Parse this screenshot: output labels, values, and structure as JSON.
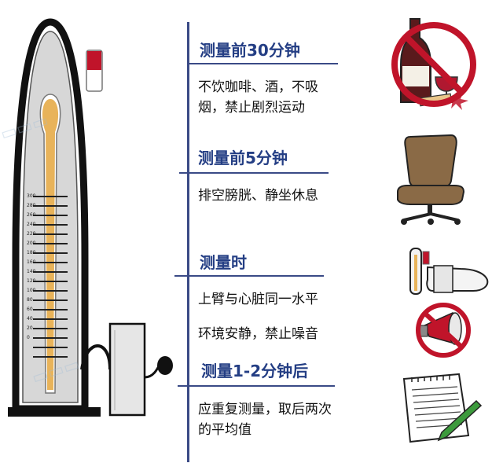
{
  "steps": [
    {
      "heading": "测量前30分钟",
      "lines": [
        "不饮咖啡、酒，不吸",
        "烟，禁止剧烈运动"
      ],
      "icon": "no-wine-no-smoking-icon"
    },
    {
      "heading": "测量前5分钟",
      "lines": [
        "排空膀胱、静坐休息"
      ],
      "icon": "chair-icon"
    },
    {
      "heading": "测量时",
      "lines": [
        "上臂与心脏同一水平",
        "环境安静，禁止噪音"
      ],
      "icons": [
        "blood-pressure-monitor-icon",
        "no-noise-icon"
      ]
    },
    {
      "heading": "测量1-2分钟后",
      "lines": [
        "应重复测量，取后两次",
        "的平均值"
      ],
      "icon": "notepad-pen-icon"
    }
  ],
  "gauge": {
    "ticks": [
      "300",
      "280",
      "260",
      "240",
      "220",
      "200",
      "180",
      "160",
      "140",
      "120",
      "100",
      "80",
      "60",
      "40",
      "20",
      "0"
    ]
  },
  "colors": {
    "heading": "#243e84",
    "rule": "#3a4a86",
    "mercury": "#e8b35a",
    "accent_red": "#c0142a"
  }
}
